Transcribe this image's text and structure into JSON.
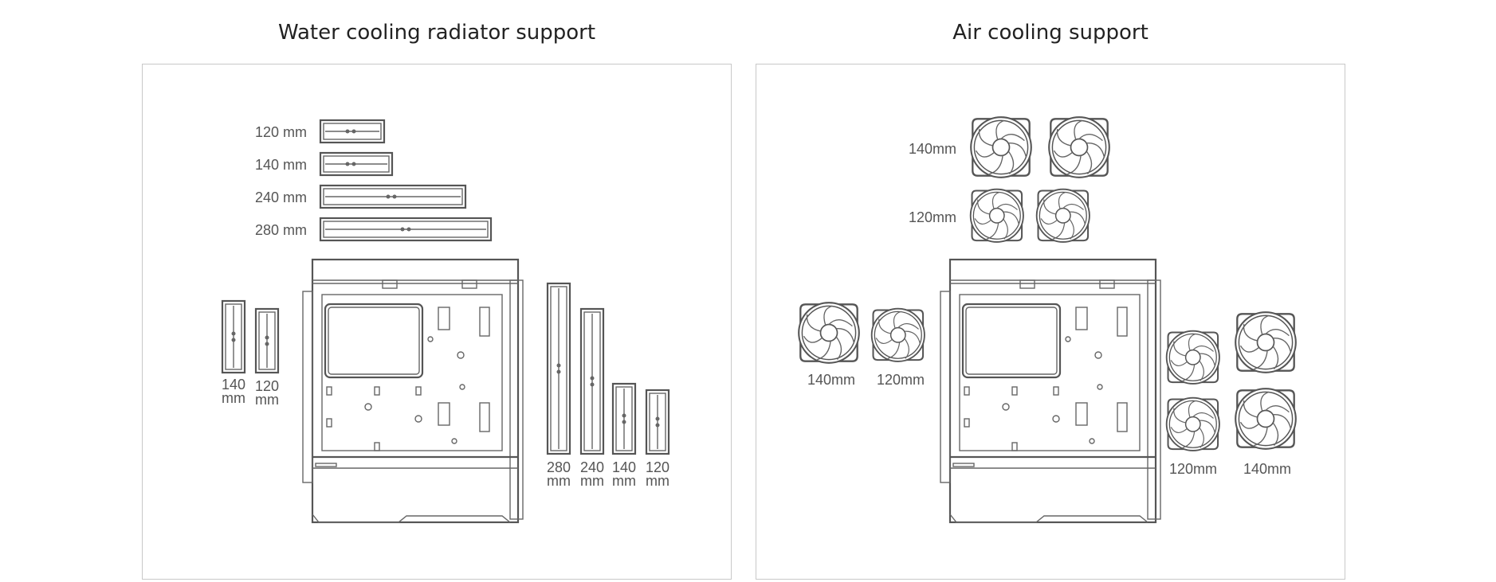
{
  "titles": {
    "water": "Water cooling radiator support",
    "air": "Air cooling support"
  },
  "water": {
    "top_radiators": [
      "120 mm",
      "140 mm",
      "240 mm",
      "280 mm"
    ],
    "front_radiators": [
      {
        "size": "140",
        "unit": "mm"
      },
      {
        "size": "120",
        "unit": "mm"
      }
    ],
    "side_radiators": [
      {
        "size": "280",
        "unit": "mm"
      },
      {
        "size": "240",
        "unit": "mm"
      },
      {
        "size": "140",
        "unit": "mm"
      },
      {
        "size": "120",
        "unit": "mm"
      }
    ]
  },
  "air": {
    "top_rows": [
      "140mm",
      "120mm"
    ],
    "front_fans": [
      "140mm",
      "120mm"
    ],
    "side_fans": [
      "120mm",
      "140mm"
    ]
  },
  "colors": {
    "line": "#555555",
    "border": "#c8c8c8"
  },
  "icons": [
    "radiator-icon",
    "fan-icon",
    "pc-case-icon"
  ]
}
